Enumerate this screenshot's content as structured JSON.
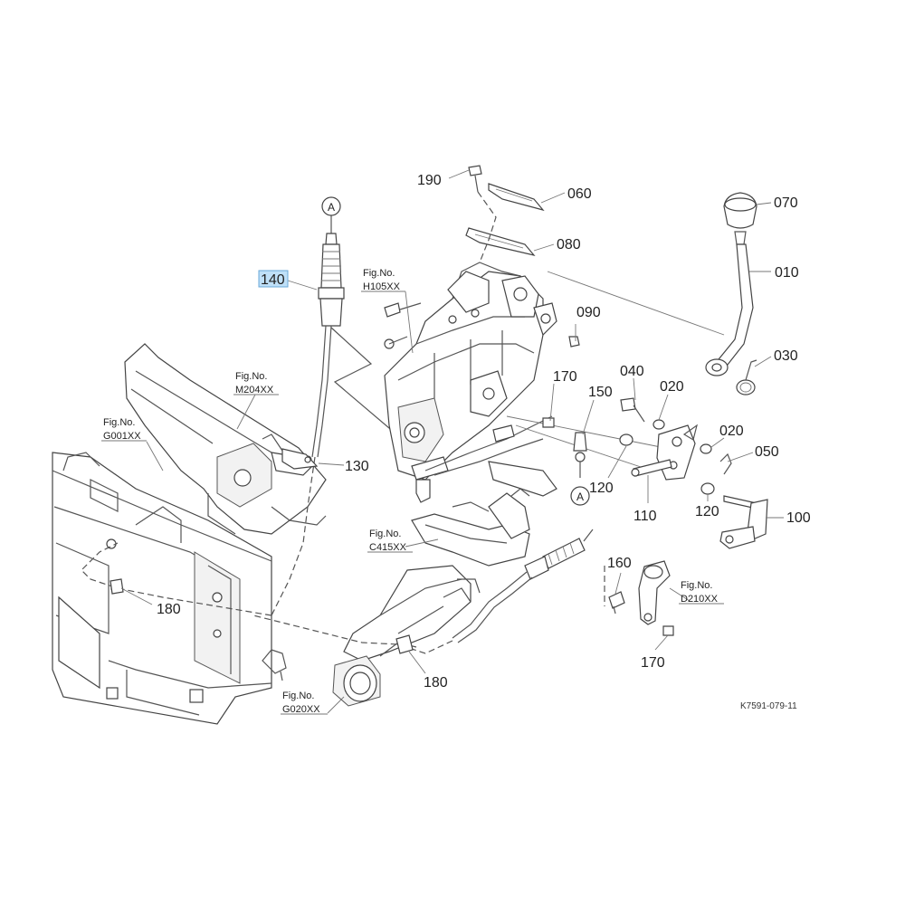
{
  "parts": {
    "p190": "190",
    "p060": "060",
    "p070": "070",
    "p080": "080",
    "p010": "010",
    "p140": "140",
    "p090": "090",
    "p030": "030",
    "p170a": "170",
    "p040": "040",
    "p020a": "020",
    "p150": "150",
    "p020b": "020",
    "p050": "050",
    "p130": "130",
    "p120a": "120",
    "p110": "110",
    "p120b": "120",
    "p100": "100",
    "p160": "160",
    "p180a": "180",
    "p180b": "180",
    "p170b": "170"
  },
  "markers": {
    "a_top": "A",
    "a_mid": "A"
  },
  "fig_refs": {
    "h105": {
      "label": "Fig.No.",
      "code": "H105XX"
    },
    "m204": {
      "label": "Fig.No.",
      "code": "M204XX"
    },
    "g001": {
      "label": "Fig.No.",
      "code": "G001XX"
    },
    "c415": {
      "label": "Fig.No.",
      "code": "C415XX"
    },
    "d210": {
      "label": "Fig.No.",
      "code": "D210XX"
    },
    "g020": {
      "label": "Fig.No.",
      "code": "G020XX"
    }
  },
  "drawing_code": "K7591-079-11",
  "highlight_color": "#bfe0f8"
}
